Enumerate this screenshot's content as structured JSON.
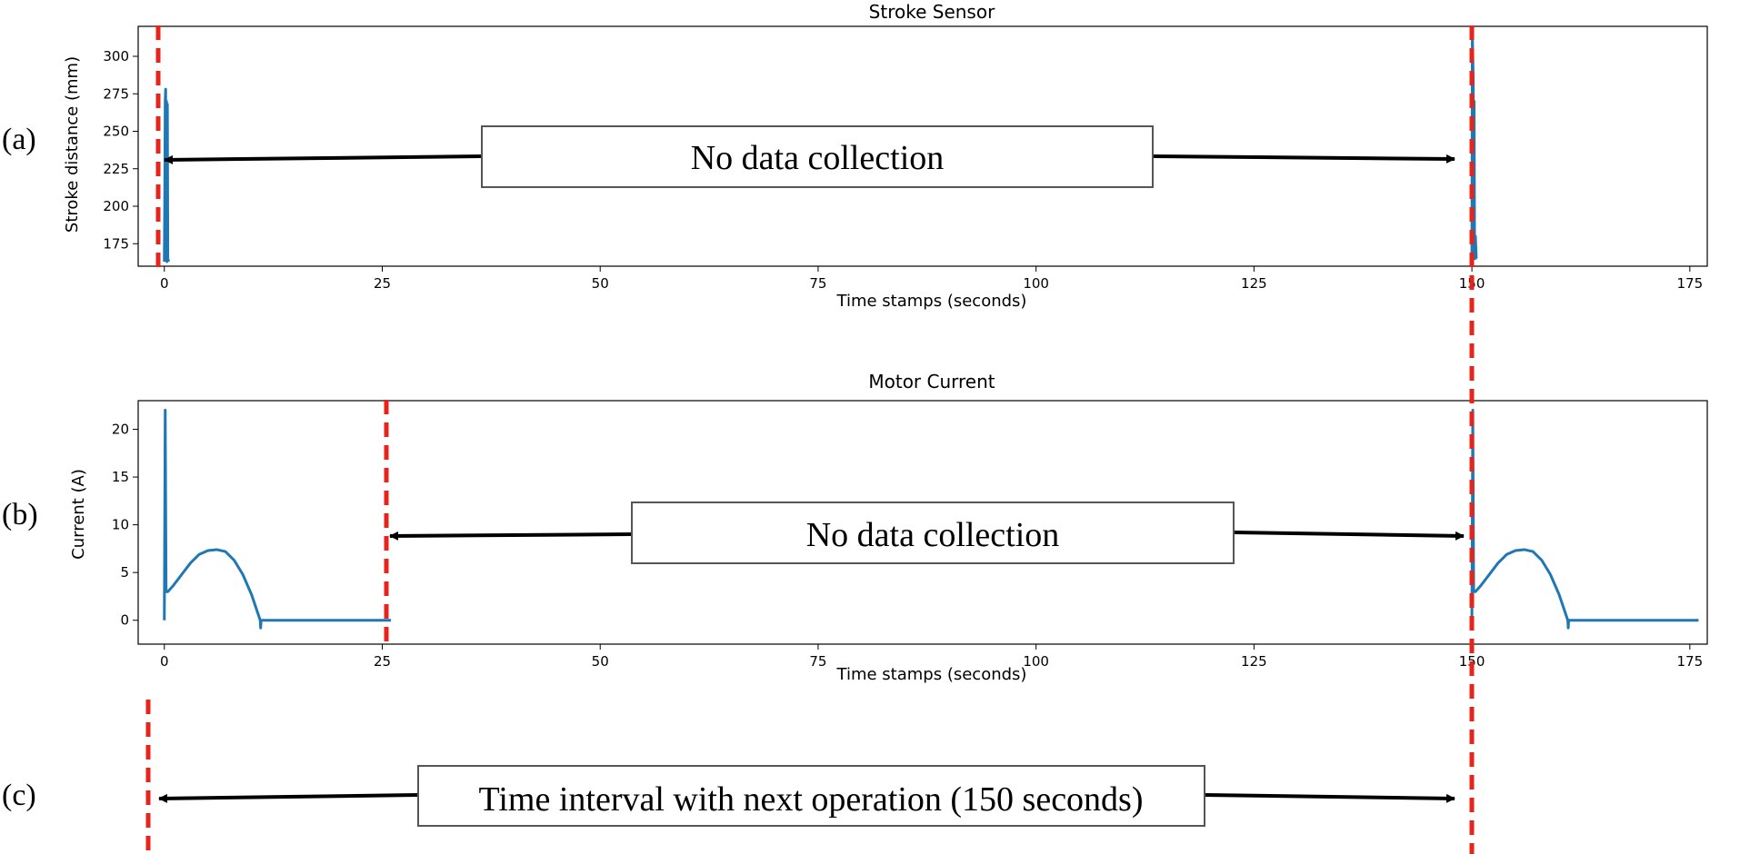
{
  "panels": {
    "a": {
      "letter": "(a)",
      "box_text": "No data collection"
    },
    "b": {
      "letter": "(b)",
      "box_text": "No data collection"
    },
    "c": {
      "letter": "(c)",
      "box_text": "Time interval with next operation (150 seconds)"
    }
  },
  "colors": {
    "series": "#1f77b4",
    "marker": "#e8231a",
    "arrow": "#000000",
    "box_border": "#555555"
  },
  "chart_data": [
    {
      "type": "line",
      "title": "Stroke Sensor",
      "xlabel": "Time stamps (seconds)",
      "ylabel": "Stroke distance (mm)",
      "xlim": [
        -3,
        177
      ],
      "ylim": [
        160,
        320
      ],
      "xticks": [
        0,
        25,
        50,
        75,
        100,
        125,
        150,
        175
      ],
      "yticks": [
        175,
        200,
        225,
        250,
        275,
        300
      ],
      "grid": false,
      "series": [
        {
          "x": [
            0,
            0.05,
            0.1,
            0.15,
            0.2,
            0.25,
            0.3,
            0.35,
            0.4,
            0.5
          ],
          "y": [
            163,
            205,
            270,
            278,
            165,
            270,
            163,
            268,
            165,
            163
          ]
        },
        {
          "x": [
            150,
            150.05,
            150.1,
            150.15,
            150.2,
            150.25,
            150.3,
            150.35,
            150.4,
            150.5
          ],
          "y": [
            165,
            315,
            300,
            285,
            165,
            270,
            180,
            165,
            180,
            165
          ]
        }
      ],
      "markers": [
        0.5,
        150
      ]
    },
    {
      "type": "line",
      "title": "Motor Current",
      "xlabel": "Time stamps (seconds)",
      "ylabel": "Current (A)",
      "xlim": [
        -3,
        177
      ],
      "ylim": [
        -2.5,
        23
      ],
      "xticks": [
        0,
        25,
        50,
        75,
        100,
        125,
        150,
        175
      ],
      "yticks": [
        0,
        5,
        10,
        15,
        20
      ],
      "grid": false,
      "series": [
        {
          "x": [
            0,
            0.1,
            0.2,
            0.4,
            1,
            2,
            3,
            4,
            5,
            6,
            7,
            8,
            9,
            10,
            11,
            11.05,
            11.1,
            15,
            20,
            26
          ],
          "y": [
            0,
            22,
            3,
            3,
            3.6,
            4.8,
            6,
            6.9,
            7.3,
            7.4,
            7.2,
            6.3,
            4.8,
            2.7,
            0,
            -0.8,
            0,
            0,
            0,
            0
          ]
        },
        {
          "x": [
            150,
            150.1,
            150.2,
            150.4,
            151,
            152,
            153,
            154,
            155,
            156,
            157,
            158,
            159,
            160,
            161,
            161.05,
            161.1,
            165,
            170,
            176
          ],
          "y": [
            0,
            22,
            3,
            3,
            3.6,
            4.8,
            6,
            6.9,
            7.3,
            7.4,
            7.2,
            6.3,
            4.8,
            2.7,
            0,
            -0.8,
            0,
            0,
            0,
            0
          ]
        }
      ],
      "markers": [
        26.2,
        149.8
      ]
    }
  ]
}
